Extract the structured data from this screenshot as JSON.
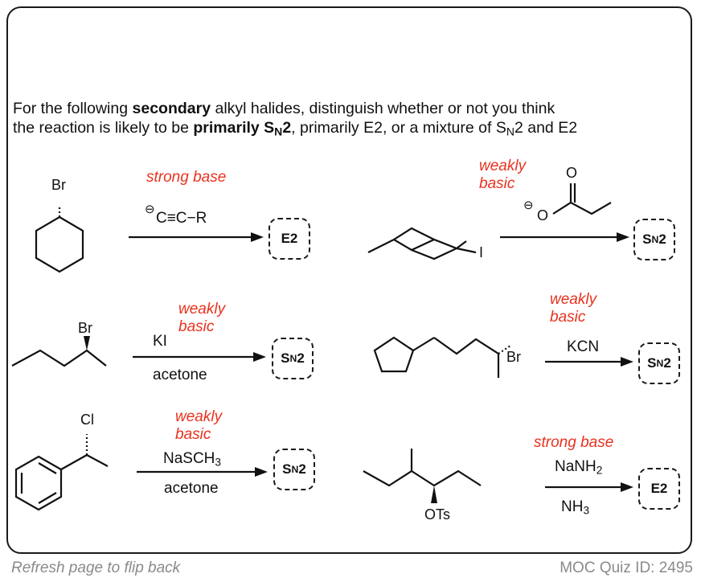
{
  "question": {
    "line1_a": "For the following ",
    "line1_b": "secondary",
    "line1_c": " alkyl halides, distinguish whether or not you think",
    "line2_a": "the reaction is likely to be ",
    "line2_b": "primarily S",
    "line2_b_sub": "N",
    "line2_b_end": "2",
    "line2_c": ", primarily E2, or a mixture of S",
    "line2_c_sub": "N",
    "line2_c_end": "2 and E2"
  },
  "reactions": [
    {
      "substrate_atom": "Br",
      "note": "strong base",
      "reagent": "C≡C−R",
      "reagent_charge": "⊖",
      "answer": "E2"
    },
    {
      "substrate_atom": "I",
      "note_line1": "weakly",
      "note_line2": "basic",
      "reagent_charge": "⊖",
      "reagent_o1": "O",
      "reagent_o2": "O",
      "answer_main": "S",
      "answer_sub": "N",
      "answer_end": "2"
    },
    {
      "substrate_atom": "Br",
      "note_line1": "weakly",
      "note_line2": "basic",
      "reagent_above": "KI",
      "reagent_below": "acetone",
      "answer_main": "S",
      "answer_sub": "N",
      "answer_end": "2"
    },
    {
      "substrate_atom": "Br",
      "note_line1": "weakly",
      "note_line2": "basic",
      "reagent_above": "KCN",
      "answer_main": "S",
      "answer_sub": "N",
      "answer_end": "2"
    },
    {
      "substrate_atom": "Cl",
      "note_line1": "weakly",
      "note_line2": "basic",
      "reagent_above_main": "NaSCH",
      "reagent_above_sub": "3",
      "reagent_below": "acetone",
      "answer_main": "S",
      "answer_sub": "N",
      "answer_end": "2"
    },
    {
      "substrate_atom": "OTs",
      "note": "strong base",
      "reagent_above_main": "NaNH",
      "reagent_above_sub": "2",
      "reagent_below_main": "NH",
      "reagent_below_sub": "3",
      "answer": "E2"
    }
  ],
  "footer": {
    "left": "Refresh page to flip back",
    "right": "MOC Quiz ID: 2495"
  },
  "colors": {
    "note": "#e8321e",
    "text": "#111111",
    "footer": "#8a8a8a"
  }
}
